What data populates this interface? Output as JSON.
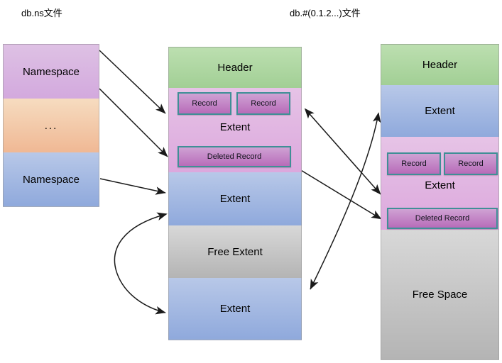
{
  "captions": {
    "left": "db.ns文件",
    "right": "db.#(0.1.2...)文件"
  },
  "colors": {
    "green": "#a2cf95",
    "purple": "#d3a9de",
    "pink": "#dca8dd",
    "blue": "#8fa9dc",
    "orange": "#f0b894",
    "gray": "#b4b4b4",
    "record_border": "#3f8f96",
    "record_fill": "#b86cb9",
    "arrow": "#1a1a1a"
  },
  "ns_file": {
    "blocks": [
      {
        "label": "Namespace",
        "color": "purple"
      },
      {
        "label": "...",
        "color": "orange"
      },
      {
        "label": "Namespace",
        "color": "blue"
      }
    ]
  },
  "data_file_1": {
    "blocks": [
      {
        "label": "Header",
        "color": "green"
      },
      {
        "label": "Extent",
        "color": "pink"
      },
      {
        "label": "Extent",
        "color": "blue"
      },
      {
        "label": "Free Extent",
        "color": "gray"
      },
      {
        "label": "Extent",
        "color": "blue"
      }
    ],
    "records": [
      {
        "label": "Record"
      },
      {
        "label": "Record"
      },
      {
        "label": "Deleted Record"
      }
    ]
  },
  "data_file_2": {
    "blocks": [
      {
        "label": "Header",
        "color": "green"
      },
      {
        "label": "Extent",
        "color": "blue"
      },
      {
        "label": "Extent",
        "color": "pink"
      },
      {
        "label": "Free Space",
        "color": "gray"
      }
    ],
    "records": [
      {
        "label": "Record"
      },
      {
        "label": "Record"
      },
      {
        "label": "Deleted Record"
      }
    ]
  }
}
